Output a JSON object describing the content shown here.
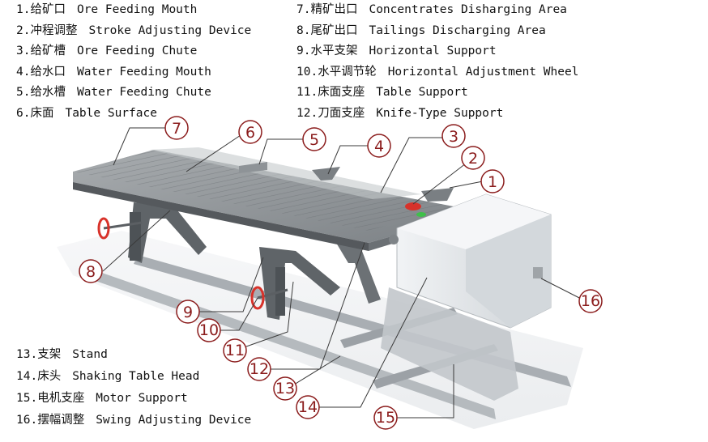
{
  "legend_top_left": [
    {
      "num": "1.",
      "zh": "给矿口",
      "en": "Ore Feeding Mouth"
    },
    {
      "num": "2.",
      "zh": "冲程调整",
      "en": "Stroke Adjusting Device"
    },
    {
      "num": "3.",
      "zh": "给矿槽",
      "en": "Ore Feeding Chute"
    },
    {
      "num": "4.",
      "zh": "给水口",
      "en": "Water Feeding Mouth"
    },
    {
      "num": "5.",
      "zh": "给水槽",
      "en": "Water Feeding Chute"
    },
    {
      "num": "6.",
      "zh": "床面",
      "en": "Table Surface"
    }
  ],
  "legend_top_right": [
    {
      "num": "7.",
      "zh": "精矿出口",
      "en": "Concentrates Disharging Area"
    },
    {
      "num": "8.",
      "zh": "尾矿出口",
      "en": "Tailings Discharging Area"
    },
    {
      "num": "9.",
      "zh": "水平支架",
      "en": "Horizontal Support"
    },
    {
      "num": "10.",
      "zh": "水平调节轮",
      "en": "Horizontal Adjustment Wheel"
    },
    {
      "num": "11.",
      "zh": "床面支座",
      "en": "Table Support"
    },
    {
      "num": "12.",
      "zh": "刀面支座",
      "en": "Knife-Type Support"
    }
  ],
  "legend_bottom_left": [
    {
      "num": "13.",
      "zh": "支架",
      "en": "Stand"
    },
    {
      "num": "14.",
      "zh": "床头",
      "en": "Shaking Table Head"
    },
    {
      "num": "15.",
      "zh": "电机支座",
      "en": "Motor Support"
    },
    {
      "num": "16.",
      "zh": "摆幅调整",
      "en": "Swing Adjusting Device"
    }
  ],
  "callouts": [
    "1",
    "2",
    "3",
    "4",
    "5",
    "6",
    "7",
    "8",
    "9",
    "10",
    "11",
    "12",
    "13",
    "14",
    "15",
    "16"
  ],
  "colors": {
    "callout": "#8b1c1c",
    "metal_dark": "#5f6468",
    "metal_light": "#b9bdc0",
    "head_box": "#e6e9ec",
    "wheel": "#d8322a",
    "ground": "#eef0f2"
  }
}
